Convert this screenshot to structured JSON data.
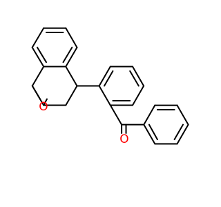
{
  "structure": {
    "atoms": [
      {
        "id": "O_epoxide",
        "element": "O",
        "label": "O",
        "color": "#ff0000"
      },
      {
        "id": "O_carbonyl",
        "element": "O",
        "label": "O",
        "color": "#ff0000"
      }
    ],
    "bond_color": "#000000",
    "background": "#ffffff"
  }
}
